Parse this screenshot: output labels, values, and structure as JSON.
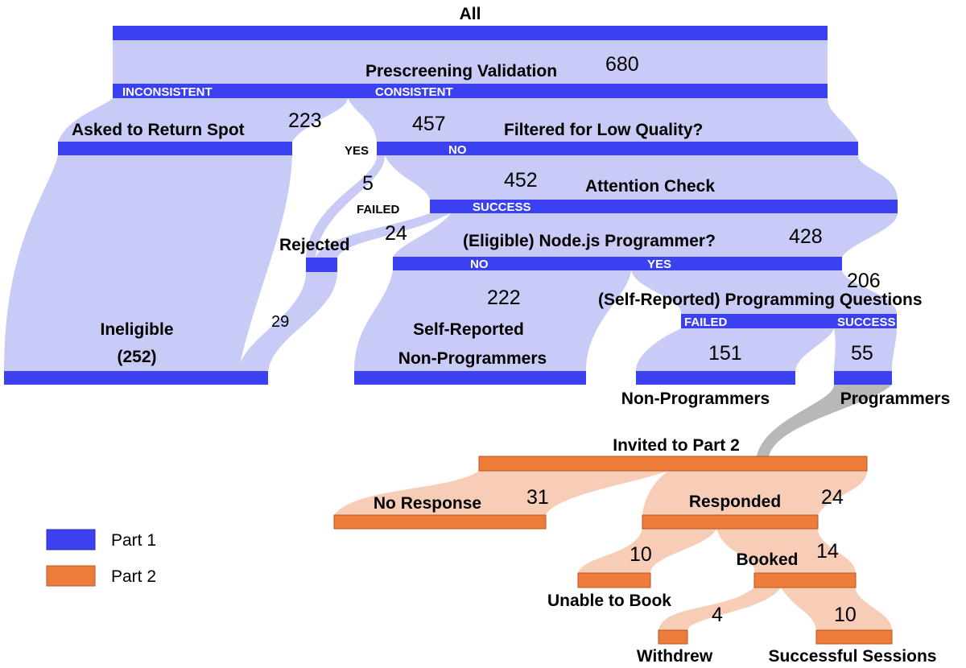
{
  "colors": {
    "part1_bar": "#3b41f0",
    "part1_flow": "#c9cbf7",
    "part2_bar": "#ee7c3a",
    "part2_flow": "#f7cdb8",
    "connector": "#b8b8b8"
  },
  "nodes": {
    "all": "All",
    "prescreening": "Prescreening Validation",
    "prescreening_count": "680",
    "inconsistent": "INCONSISTENT",
    "consistent": "CONSISTENT",
    "return_spot": "Asked to Return Spot",
    "return_spot_count": "223",
    "consistent_count": "457",
    "filtered": "Filtered for Low Quality?",
    "yes_a": "YES",
    "no_a": "NO",
    "filtered_yes_count": "5",
    "attention": "Attention Check",
    "attention_count": "452",
    "failed_a": "FAILED",
    "success_a": "SUCCESS",
    "rejected": "Rejected",
    "failed_count": "24",
    "nodejs": "(Eligible) Node.js Programmer?",
    "nodejs_count": "428",
    "no_b": "NO",
    "yes_b": "YES",
    "prog_q_count": "206",
    "prog_q": "(Self-Reported) Programming Questions",
    "failed_b": "FAILED",
    "success_b": "SUCCESS",
    "self_non_count": "222",
    "self_non_line1": "Self-Reported",
    "self_non_line2": "Non-Programmers",
    "ineligible_line1": "Ineligible",
    "ineligible_line2": "(252)",
    "rejected_count": "29",
    "non_prog_count": "151",
    "prog_count": "55",
    "non_prog": "Non-Programmers",
    "prog": "Programmers",
    "invited": "Invited to Part 2",
    "no_response": "No Response",
    "no_response_count": "31",
    "responded": "Responded",
    "responded_count": "24",
    "unable_count": "10",
    "booked": "Booked",
    "booked_count": "14",
    "unable": "Unable to Book",
    "withdrew_count": "4",
    "successful_count": "10",
    "withdrew": "Withdrew",
    "successful": "Successful Sessions"
  },
  "legend": [
    {
      "label": "Part 1",
      "color": "#3b41f0"
    },
    {
      "label": "Part 2",
      "color": "#ee7c3a"
    }
  ]
}
